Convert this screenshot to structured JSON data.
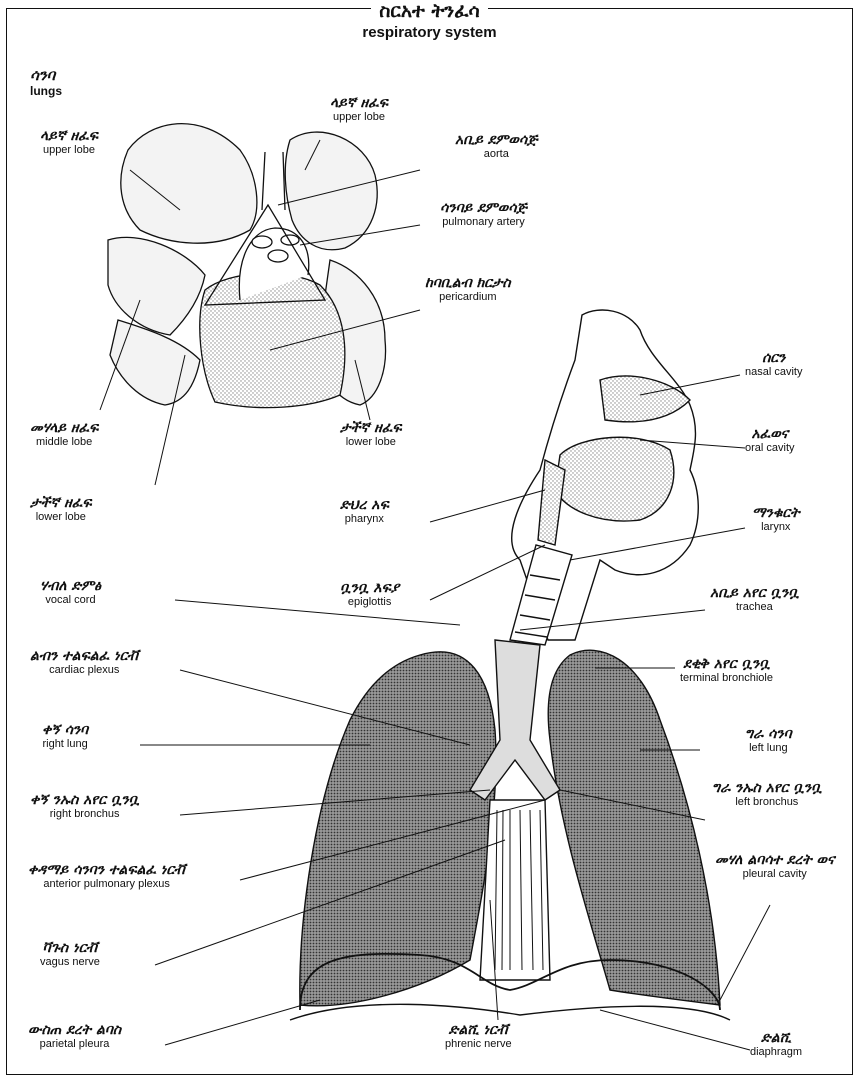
{
  "title": {
    "amharic": "ስርአተ ትንፈሳ",
    "english": "respiratory system"
  },
  "lungs_heading": {
    "amharic": "ሳንባ",
    "english": "lungs"
  },
  "labels": {
    "upper_lobe_left": {
      "amharic": "ላይኛ ዘፈፍ",
      "english": "upper lobe"
    },
    "upper_lobe_right": {
      "amharic": "ላይኛ ዘፈፍ",
      "english": "upper lobe"
    },
    "aorta": {
      "amharic": "አቢይ ደምወሳጅ",
      "english": "aorta"
    },
    "pulmonary_artery": {
      "amharic": "ሳንባይ ደምወሳጅ",
      "english": "pulmonary artery"
    },
    "pericardium": {
      "amharic": "ከባቢልብ ክርታስ",
      "english": "pericardium"
    },
    "middle_lobe": {
      "amharic": "መሃላይ ዘፈፍ",
      "english": "middle lobe"
    },
    "lower_lobe_right": {
      "amharic": "ታችኛ ዘፈፍ",
      "english": "lower lobe"
    },
    "lower_lobe_left": {
      "amharic": "ታችኛ ዘፈፍ",
      "english": "lower lobe"
    },
    "nasal_cavity": {
      "amharic": "ሰርን",
      "english": "nasal cavity"
    },
    "oral_cavity": {
      "amharic": "አፈወና",
      "english": "oral cavity"
    },
    "pharynx": {
      "amharic": "ድህረ አፍ",
      "english": "pharynx"
    },
    "larynx": {
      "amharic": "ማንቁርት",
      "english": "larynx"
    },
    "vocal_cord": {
      "amharic": "ሃብለ ድምፅ",
      "english": "vocal cord"
    },
    "epiglottis": {
      "amharic": "ቧንቧ እፍያ",
      "english": "epiglottis"
    },
    "trachea": {
      "amharic": "አቢይ አየር ቧንቧ",
      "english": "trachea"
    },
    "cardiac_plexus": {
      "amharic": "ልብን ተልፍልፈ ነርቭ",
      "english": "cardiac plexus"
    },
    "terminal_bronchiole": {
      "amharic": "ደቂቅ አየር ቧንቧ",
      "english": "terminal bronchiole"
    },
    "right_lung": {
      "amharic": "ቀኝ ሳንባ",
      "english": "right lung"
    },
    "left_lung": {
      "amharic": "ግራ ሳንባ",
      "english": "left lung"
    },
    "right_bronchus": {
      "amharic": "ቀኝ ንኡስ አየር ቧንቧ",
      "english": "right bronchus"
    },
    "left_bronchus": {
      "amharic": "ግራ ንኡስ አየር ቧንቧ",
      "english": "left bronchus"
    },
    "anterior_pulmonary_plexus": {
      "amharic": "ቀዳማይ ሳንባን ተልፍልፈ ነርቭ",
      "english": "anterior pulmonary plexus"
    },
    "pleural_cavity": {
      "amharic": "መሃለ ልባሳተ ደረት ወና",
      "english": "pleural cavity"
    },
    "vagus_nerve": {
      "amharic": "ቫጉስ ነርቭ",
      "english": "vagus nerve"
    },
    "parietal_pleura": {
      "amharic": "ውስጠ ደረት ልባስ",
      "english": "parietal pleura"
    },
    "phrenic_nerve": {
      "amharic": "ድልሺ ነርቭ",
      "english": "phrenic nerve"
    },
    "diaphragm": {
      "amharic": "ድልሺ",
      "english": "diaphragm"
    }
  }
}
